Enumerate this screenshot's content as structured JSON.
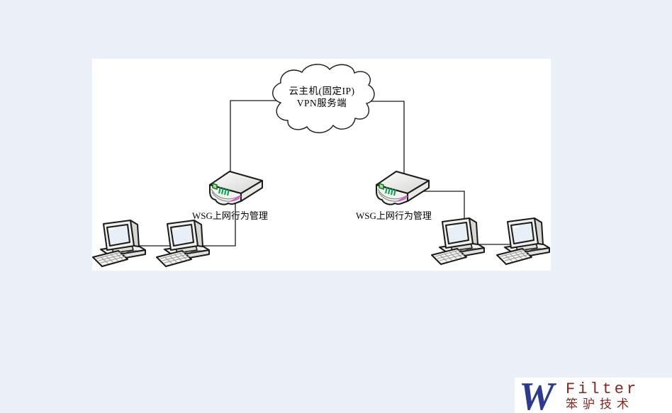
{
  "colors": {
    "page_background": "#ecf1f9",
    "canvas_background": "#ffffff",
    "line_color": "#1a1a1a",
    "logo_blue": "#2c3a8f",
    "logo_red": "#8a241c",
    "device_led_green": "#00a050",
    "device_stripe_magenta": "#ee44ee"
  },
  "diagram": {
    "cloud": {
      "label_line1": "云主机(固定IP)",
      "label_line2": "VPN服务端"
    },
    "wsg_left": {
      "label": "WSG上网行为管理"
    },
    "wsg_right": {
      "label": "WSG上网行为管理"
    },
    "workstations_left_count": 2,
    "workstations_right_count": 2
  },
  "logo": {
    "mark": "W",
    "name": "Filter",
    "subtitle": "笨驴技术"
  }
}
